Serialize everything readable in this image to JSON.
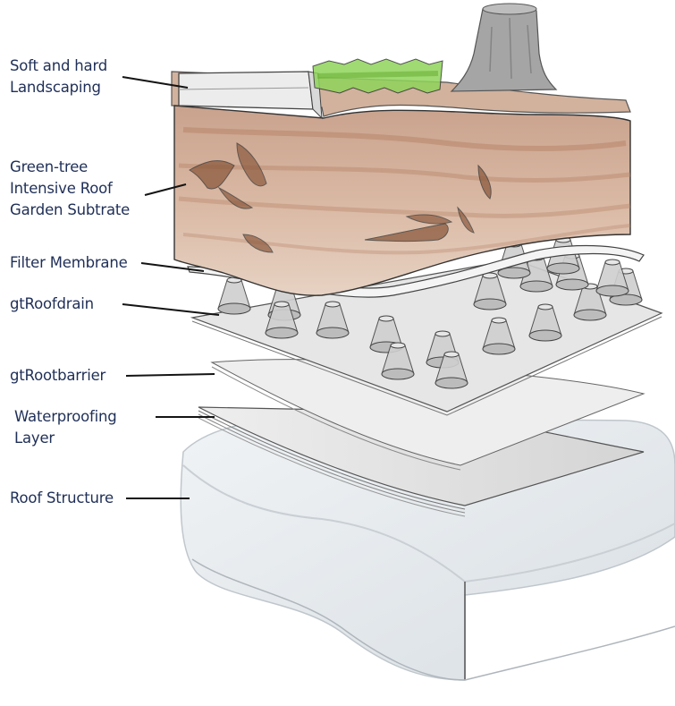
{
  "colors": {
    "label_text": "#1f2f57",
    "leader_line": "#141414",
    "sketch_ink": "#4a4a4a",
    "soil": "#c9a28d",
    "soil_dark": "#a9795f",
    "grass": "#8fd45a",
    "stump": "#9d9d9d",
    "drain_plate": "#dcdcdc",
    "roof_structure": "#e5eaee"
  },
  "labels": [
    {
      "id": "landscaping",
      "lines": [
        "Soft and hard",
        "Landscaping"
      ]
    },
    {
      "id": "substrate",
      "lines": [
        "Green-tree",
        "Intensive Roof",
        "Garden Subtrate"
      ]
    },
    {
      "id": "filter",
      "lines": [
        "Filter Membrane"
      ]
    },
    {
      "id": "roofdrain",
      "lines": [
        "gtRoofdrain"
      ]
    },
    {
      "id": "rootbarrier",
      "lines": [
        "gtRootbarrier"
      ]
    },
    {
      "id": "waterproofing",
      "lines": [
        "Waterproofing",
        "Layer"
      ]
    },
    {
      "id": "structure",
      "lines": [
        "Roof Structure"
      ]
    }
  ]
}
